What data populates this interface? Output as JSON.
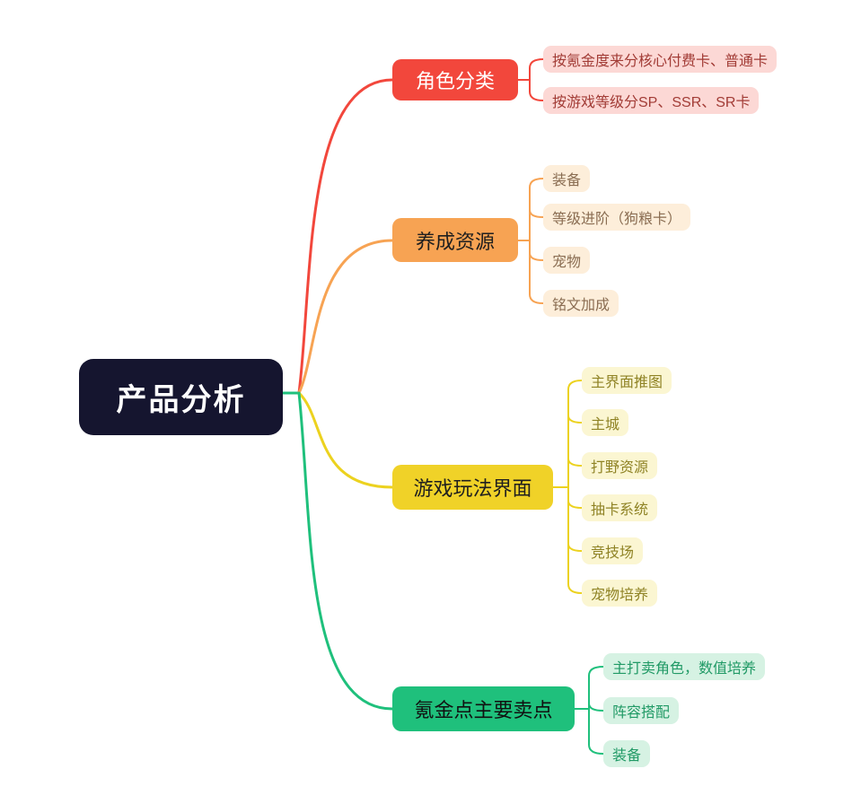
{
  "root": {
    "label": "产品分析",
    "fill": "#15152f",
    "text": "#ffffff"
  },
  "branches": [
    {
      "label": "角色分类",
      "fill": "#f2473c",
      "line": "#f2473c",
      "text": "#ffffff",
      "child_fill": "#fcd8d5",
      "child_text": "#a23c36",
      "children": [
        {
          "label": "按氪金度来分核心付费卡、普通卡"
        },
        {
          "label": "按游戏等级分SP、SSR、SR卡"
        }
      ]
    },
    {
      "label": "养成资源",
      "fill": "#f7a353",
      "line": "#f7a353",
      "text": "#1f1f1f",
      "child_fill": "#fdeeda",
      "child_text": "#8a6d52",
      "children": [
        {
          "label": "装备"
        },
        {
          "label": "等级进阶（狗粮卡）"
        },
        {
          "label": "宠物"
        },
        {
          "label": "铭文加成"
        }
      ]
    },
    {
      "label": "游戏玩法界面",
      "fill": "#f0d228",
      "line": "#ecd21f",
      "text": "#1f1f1f",
      "child_fill": "#fbf6d2",
      "child_text": "#8f8325",
      "children": [
        {
          "label": "主界面推图"
        },
        {
          "label": "主城"
        },
        {
          "label": "打野资源"
        },
        {
          "label": "抽卡系统"
        },
        {
          "label": "竞技场"
        },
        {
          "label": "宠物培养"
        }
      ]
    },
    {
      "label": "氪金点主要卖点",
      "fill": "#1fc07c",
      "line": "#1fc07c",
      "text": "#111111",
      "child_fill": "#d6f2e3",
      "child_text": "#219a66",
      "children": [
        {
          "label": "主打卖角色，数值培养"
        },
        {
          "label": "阵容搭配"
        },
        {
          "label": "装备"
        }
      ]
    }
  ]
}
